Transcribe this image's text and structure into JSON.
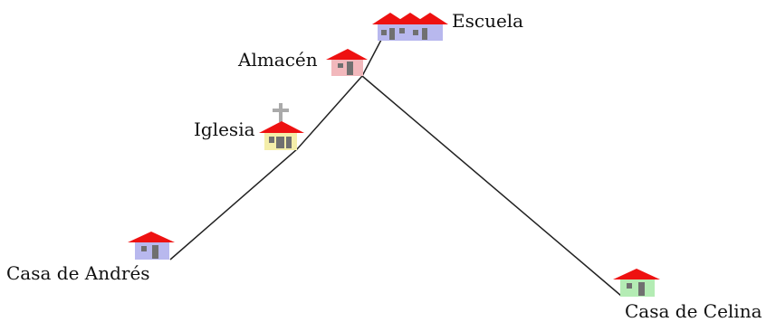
{
  "places": {
    "escuela": {
      "label": "Escuela",
      "wall_color": "#b8b8ee"
    },
    "almacen": {
      "label": "Almacén",
      "wall_color": "#f2b8bc"
    },
    "iglesia": {
      "label": "Iglesia",
      "wall_color": "#f4eeaa"
    },
    "casa_andres": {
      "label": "Casa de Andrés",
      "wall_color": "#b8b8ee"
    },
    "casa_celina": {
      "label": "Casa de Celina",
      "wall_color": "#b4ecb4"
    }
  },
  "colors": {
    "roof": "#ee1111",
    "window": "#707070",
    "road": "#222222",
    "cross": "#aaaaaa"
  },
  "icons": [
    "house-icon",
    "school-icon",
    "church-cross-icon"
  ]
}
